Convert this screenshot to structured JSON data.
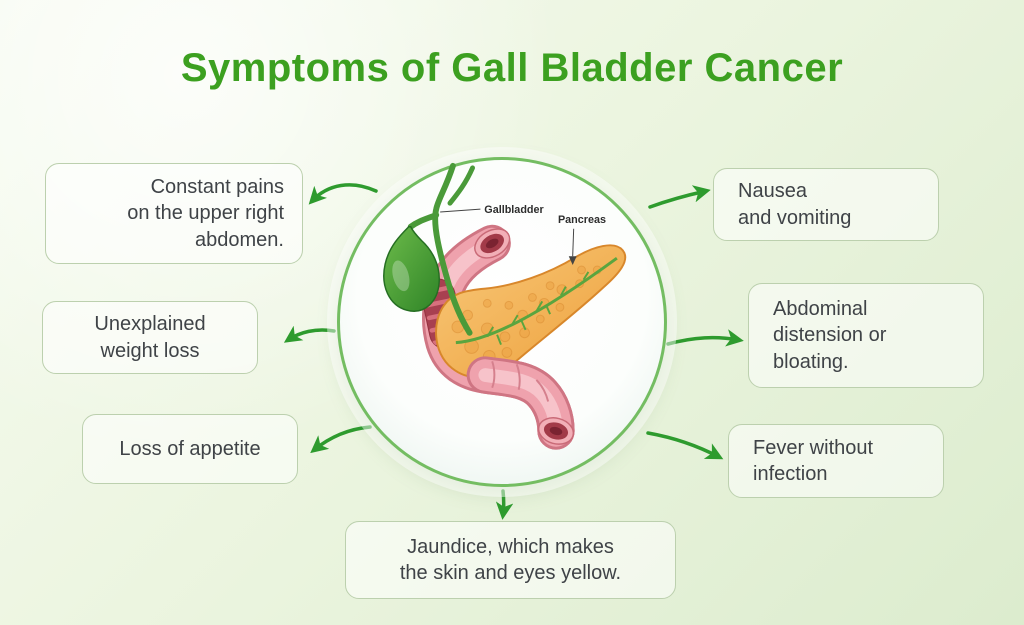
{
  "title": "Symptoms of Gall Bladder Cancer",
  "anatomy": {
    "gallbladder_label": "Gallbladder",
    "pancreas_label": "Pancreas"
  },
  "symptoms": {
    "pain": "Constant pains\non the upper right\nabdomen.",
    "weight_loss": "Unexplained\nweight loss",
    "appetite": "Loss of appetite",
    "nausea": "Nausea\nand vomiting",
    "distension": "Abdominal\ndistension or\nbloating.",
    "fever": "Fever without\ninfection",
    "jaundice": "Jaundice, which makes\nthe skin and eyes yellow."
  },
  "colors": {
    "title_green": "#3ca020",
    "arrow_green": "#2e9b2e",
    "box_border": "#bcd0ae",
    "text": "#3f4347"
  }
}
